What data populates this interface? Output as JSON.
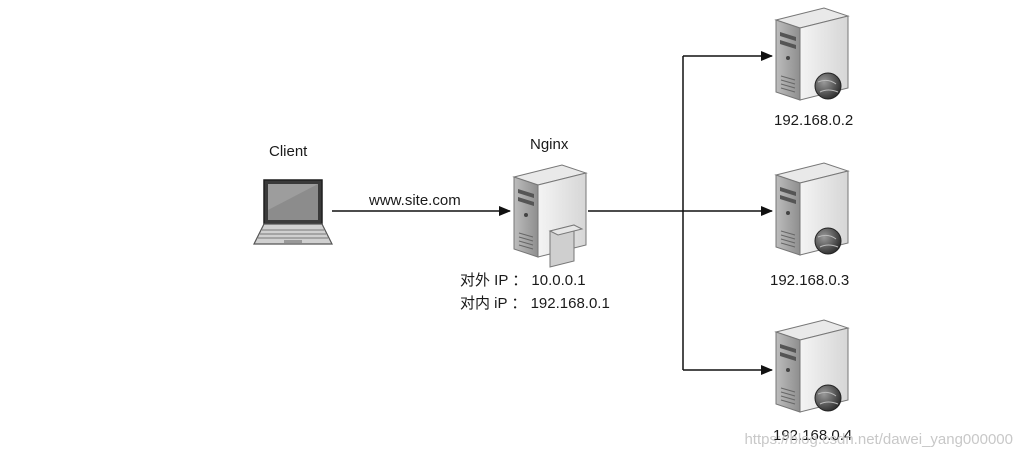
{
  "client": {
    "label": "Client"
  },
  "request": {
    "url": "www.site.com"
  },
  "proxy": {
    "label": "Nginx",
    "external_ip": "对外 IP  ：  10.0.0.1",
    "internal_ip": "对内 iP  ：  192.168.0.1"
  },
  "servers": [
    {
      "ip": "192.168.0.2"
    },
    {
      "ip": "192.168.0.3"
    },
    {
      "ip": "192.168.0.4"
    }
  ],
  "watermark": "https://blog.csdn.net/dawei_yang000000"
}
